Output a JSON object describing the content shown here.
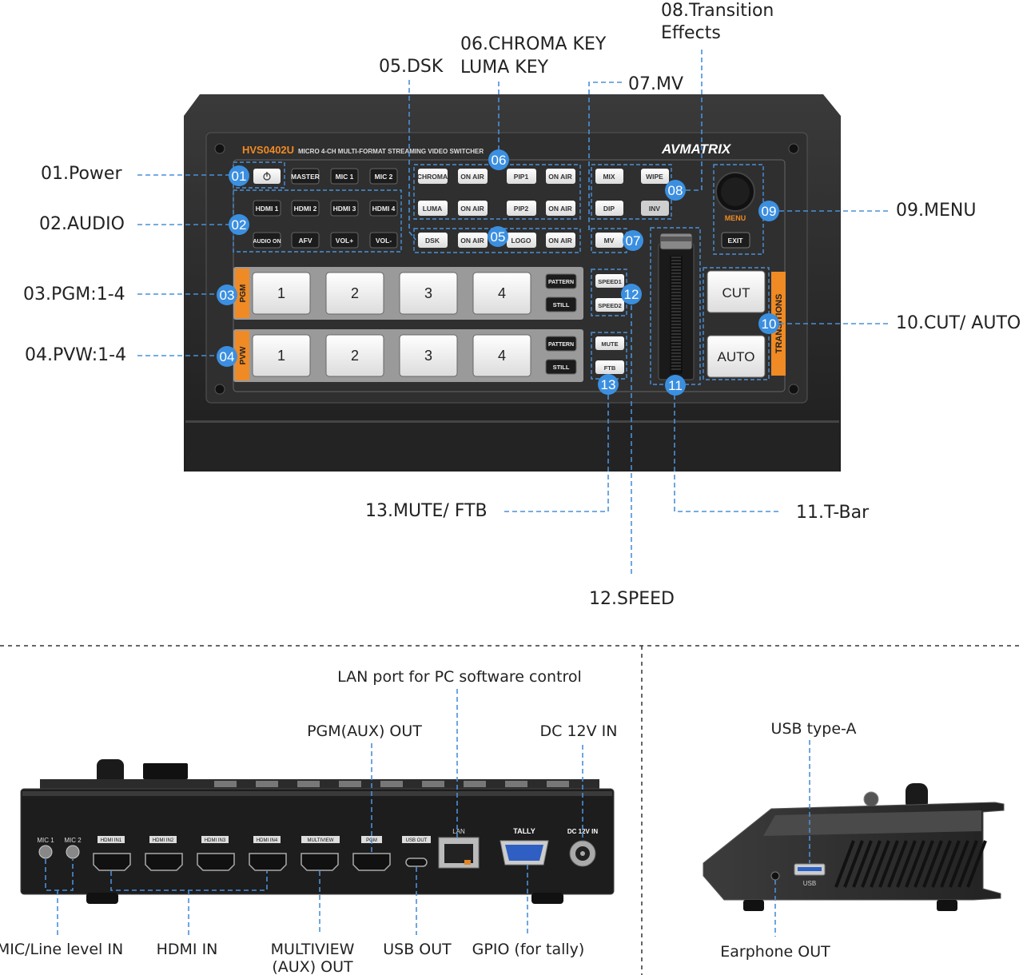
{
  "callouts": {
    "power": "01.Power",
    "audio": "02.AUDIO",
    "pgm": "03.PGM:1-4",
    "pvw": "04.PVW:1-4",
    "dsk": "05.DSK",
    "chroma1": "06.CHROMA KEY",
    "chroma2": "LUMA KEY",
    "mv": "07.MV",
    "trans1": "08.Transition",
    "trans2": "Effects",
    "menu": "09.MENU",
    "cutauto": "10.CUT/ AUTO",
    "tbar": "11.T-Bar",
    "speed": "12.SPEED",
    "mute": "13.MUTE/ FTB"
  },
  "bubbles": [
    "01",
    "02",
    "03",
    "04",
    "05",
    "06",
    "07",
    "08",
    "09",
    "10",
    "11",
    "12",
    "13"
  ],
  "device": {
    "model": "HVS0402U",
    "subtitle": "MICRO 4-CH MULTI-FORMAT STREAMING VIDEO SWITCHER",
    "brand": "AVMATRIX",
    "row1": [
      "MASTER",
      "MIC 1",
      "MIC 2"
    ],
    "row2": [
      "HDMI 1",
      "HDMI 2",
      "HDMI 3",
      "HDMI 4"
    ],
    "row3": [
      "AUDIO ON",
      "AFV",
      "VOL+",
      "VOL-"
    ],
    "key_row1": [
      "CHROMA",
      "ON AIR",
      "PIP1",
      "ON AIR"
    ],
    "key_row2": [
      "LUMA",
      "ON AIR",
      "PIP2",
      "ON AIR"
    ],
    "key_row3": [
      "DSK",
      "ON AIR",
      "LOGO",
      "ON AIR"
    ],
    "trans_row1": [
      "MIX",
      "WIPE"
    ],
    "trans_row2": [
      "DIP",
      "INV"
    ],
    "mv": "MV",
    "menu": "MENU",
    "exit": "EXIT",
    "pgm_tag": "PGM",
    "pvw_tag": "PVW",
    "channels": [
      "1",
      "2",
      "3",
      "4"
    ],
    "pattern": "PATTERN",
    "still": "STILL",
    "speed1": "SPEED1",
    "speed2": "SPEED2",
    "mute": "MUTE",
    "ftb": "FTB",
    "cut": "CUT",
    "auto": "AUTO",
    "transitions": "TRANSITIONS"
  },
  "rear": {
    "lan_label": "LAN port for PC software control",
    "pgm_label": "PGM(AUX) OUT",
    "dc_label": "DC 12V IN",
    "mic_label": "MIC/Line level IN",
    "hdmi_label": "HDMI IN",
    "multiview_label1": "MULTIVIEW",
    "multiview_label2": "(AUX) OUT",
    "usbout_label": "USB OUT",
    "gpio_label": "GPIO (for tally)",
    "ports": {
      "mic1": "MIC 1",
      "mic2": "MIC 2",
      "hdmi1": "HDMI IN1",
      "hdmi2": "HDMI IN2",
      "hdmi3": "HDMI IN3",
      "hdmi4": "HDMI IN4",
      "multiview": "MULTIVIEW",
      "pgm": "PGM",
      "usbout": "USB OUT",
      "lan": "LAN",
      "tally": "TALLY",
      "dc": "DC 12V IN"
    }
  },
  "side": {
    "usb_label": "USB type-A",
    "earphone_label": "Earphone OUT",
    "usb_port": "USB"
  },
  "colors": {
    "leader": "#4a90d9",
    "bubble": "#3b8fe0",
    "orange": "#f08a24",
    "panel": "#2b2b2b"
  }
}
